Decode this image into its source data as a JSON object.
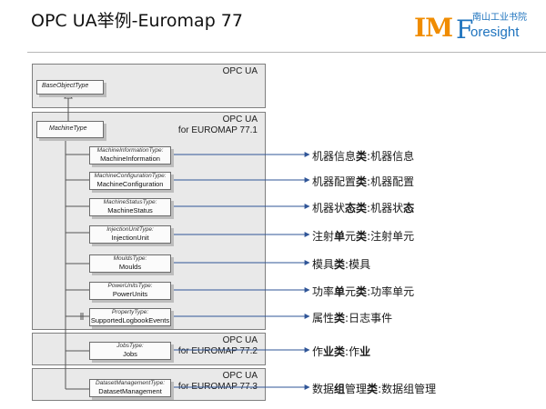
{
  "title": "OPC UA举例-Euromap 77",
  "logo": {
    "im": "IM",
    "f": "F",
    "foresight": "oresight",
    "chinese": "南山工业书院"
  },
  "panels": {
    "opcua": "OPC UA",
    "machine_line1": "OPC UA",
    "machine_line2": "for EUROMAP 77.1",
    "jobs_line1": "OPC UA",
    "jobs_line2": "for EUROMAP 77.2",
    "dataset_line1": "OPC UA",
    "dataset_line2": "for EUROMAP 77.3"
  },
  "base_object_type": "BaseObjectType",
  "machine_type": "MachineType",
  "types": [
    {
      "type_name": "MachineInformationType:",
      "instance": "MachineInformation"
    },
    {
      "type_name": "MachineConfigurationType:",
      "instance": "MachineConfiguration"
    },
    {
      "type_name": "MachineStatusType:",
      "instance": "MachineStatus"
    },
    {
      "type_name": "InjectionUnitType:",
      "instance": "InjectionUnit"
    },
    {
      "type_name": "MouldsType:",
      "instance": "Moulds"
    },
    {
      "type_name": "PowerUnitsType:",
      "instance": "PowerUnits"
    },
    {
      "type_name": "PropertyType:",
      "instance": "SupportedLogbookEvents"
    },
    {
      "type_name": "JobsType:",
      "instance": "Jobs"
    },
    {
      "type_name": "DatasetManagementType:",
      "instance": "DatasetManagement"
    }
  ],
  "annotations": [
    {
      "a": "机器信息",
      "b": "类",
      "c": ":机器信息",
      "d": "",
      "e": ""
    },
    {
      "a": "机器配置",
      "b": "类",
      "c": ":机器配置",
      "d": "",
      "e": ""
    },
    {
      "a": "机器状",
      "b": "态类",
      "c": ":机器状",
      "d": "态",
      "e": ""
    },
    {
      "a": "注射",
      "b": "单",
      "c": "元",
      "d": "类",
      "e": ":注射单元"
    },
    {
      "a": "模具",
      "b": "类",
      "c": ":模具",
      "d": "",
      "e": ""
    },
    {
      "a": "功率",
      "b": "单",
      "c": "元",
      "d": "类",
      "e": ":功率单元"
    },
    {
      "a": "属性",
      "b": "类",
      "c": ":日志事件",
      "d": "",
      "e": ""
    },
    {
      "a": "作",
      "b": "业类",
      "c": ":作",
      "d": "业",
      "e": ""
    },
    {
      "a": "数据",
      "b": "组",
      "c": "管理",
      "d": "类",
      "e": ":数据组管理"
    }
  ]
}
